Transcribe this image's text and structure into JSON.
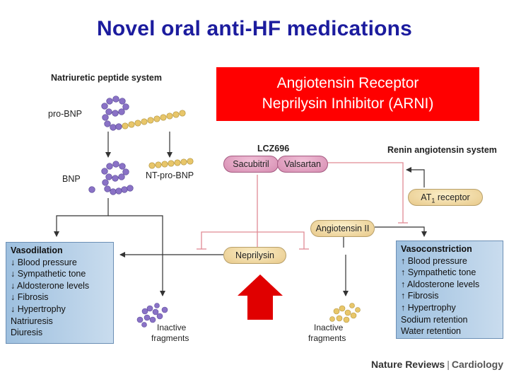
{
  "title": "Novel oral anti-HF medications",
  "highlight_box": {
    "lines": [
      "Angiotensin Receptor",
      "Neprilysin Inhibitor (ARNI)"
    ]
  },
  "natriuretic": {
    "system_label": "Natriuretic peptide system",
    "pro_bnp": "pro-BNP",
    "bnp": "BNP",
    "nt_pro_bnp": "NT-pro-BNP"
  },
  "lcz696": {
    "label": "LCZ696",
    "sacubitril": "Sacubitril",
    "valsartan": "Valsartan"
  },
  "raas": {
    "system_label": "Renin angiotensin system",
    "at1_main": "AT",
    "at1_sub": "1",
    "at1_rest": " receptor",
    "angiotensin": "Angiotensin II"
  },
  "neprilysin": "Neprilysin",
  "left_panel": {
    "items": [
      "Vasodilation",
      "↓ Blood pressure",
      "↓ Sympathetic tone",
      "↓ Aldosterone levels",
      "↓ Fibrosis",
      "↓ Hypertrophy",
      "Natriuresis",
      "Diuresis"
    ]
  },
  "right_panel": {
    "items": [
      "Vasoconstriction",
      "↑ Blood pressure",
      "↑ Sympathetic tone",
      "↑ Aldosterone levels",
      "↑ Fibrosis",
      "↑ Hypertrophy",
      "Sodium retention",
      "Water retention"
    ]
  },
  "fragments_left": [
    "Inactive",
    "fragments"
  ],
  "fragments_right": [
    "Inactive",
    "fragments"
  ],
  "footer": {
    "journal": "Nature Reviews",
    "section": "Cardiology"
  },
  "colors": {
    "title": "#1c1c9e",
    "highlight": "#ff0000",
    "arrow": "#e00000",
    "bead_purple": "#8a72c6",
    "bead_gold": "#e8c66a",
    "inhibit_line": "#e08a95"
  }
}
